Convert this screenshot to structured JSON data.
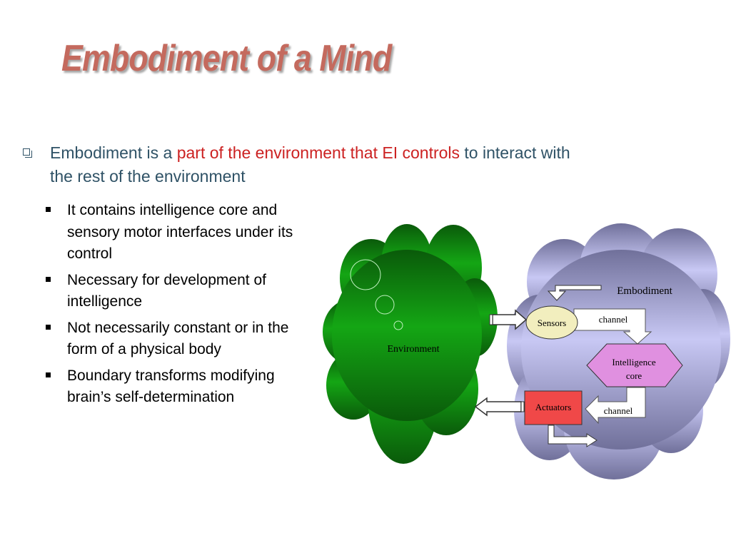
{
  "slide": {
    "title": "Embodiment of a Mind",
    "main_bullet": {
      "text_before": "Embodiment is a ",
      "highlight": "part of the environment that EI controls",
      "text_after": " to interact with the rest of the environment"
    },
    "sub_bullets": [
      "It contains intelligence core and sensory motor interfaces under its control",
      "Necessary for development of intelligence",
      "Not necessarily constant or in the form of a physical body",
      "Boundary transforms modifying brain’s self-determination"
    ]
  },
  "diagram": {
    "environment_label": "Environment",
    "embodiment_label": "Embodiment",
    "sensors_label": "Sensors",
    "actuators_label": "Actuators",
    "core_label_line1": "Intelligence",
    "core_label_line2": "core",
    "channel_top_label": "channel",
    "channel_bottom_label": "channel",
    "colors": {
      "environment_cloud": "#14a014",
      "embodiment_cloud": "#9090c8",
      "sensors_fill": "#f2eebe",
      "core_fill": "#e090e0",
      "actuators_fill": "#f04848",
      "title": "#c46a5e",
      "highlight_text": "#cc2222",
      "body_text": "#2f5266"
    }
  }
}
